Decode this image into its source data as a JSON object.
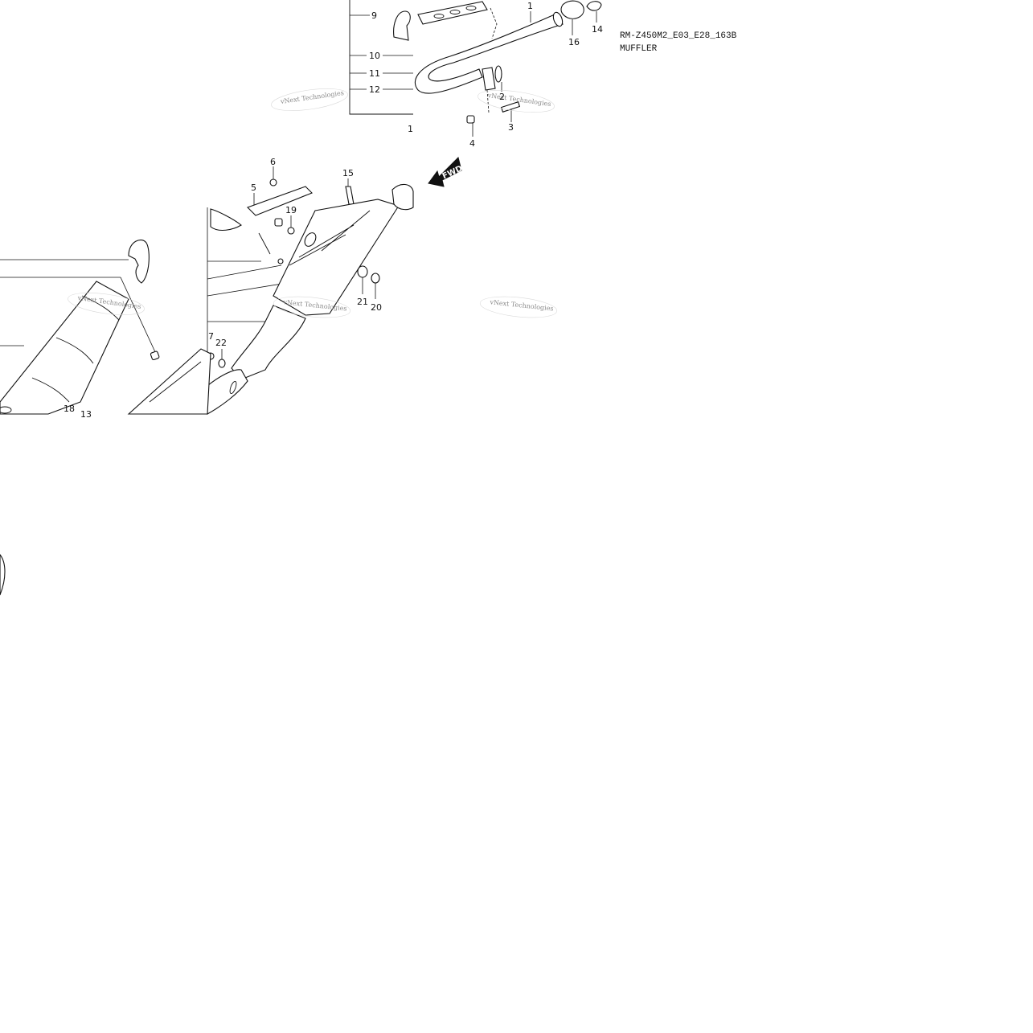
{
  "caption": {
    "code": "RM-Z450M2_E03_E28_163B",
    "title": "MUFFLER"
  },
  "watermark": "vNext Technologies",
  "arrow_label": "FWD",
  "callouts": {
    "c1": "1",
    "c2": "2",
    "c3": "3",
    "c4": "4",
    "c5": "5",
    "c6": "6",
    "c7": "7",
    "c9": "9",
    "c10": "10",
    "c11": "11",
    "c12": "12",
    "c14": "14",
    "c15": "15",
    "c16": "16",
    "c18": "18",
    "c19": "19",
    "c20": "20",
    "c21": "21",
    "c22": "22",
    "c13": "13",
    "c1b": "1"
  }
}
